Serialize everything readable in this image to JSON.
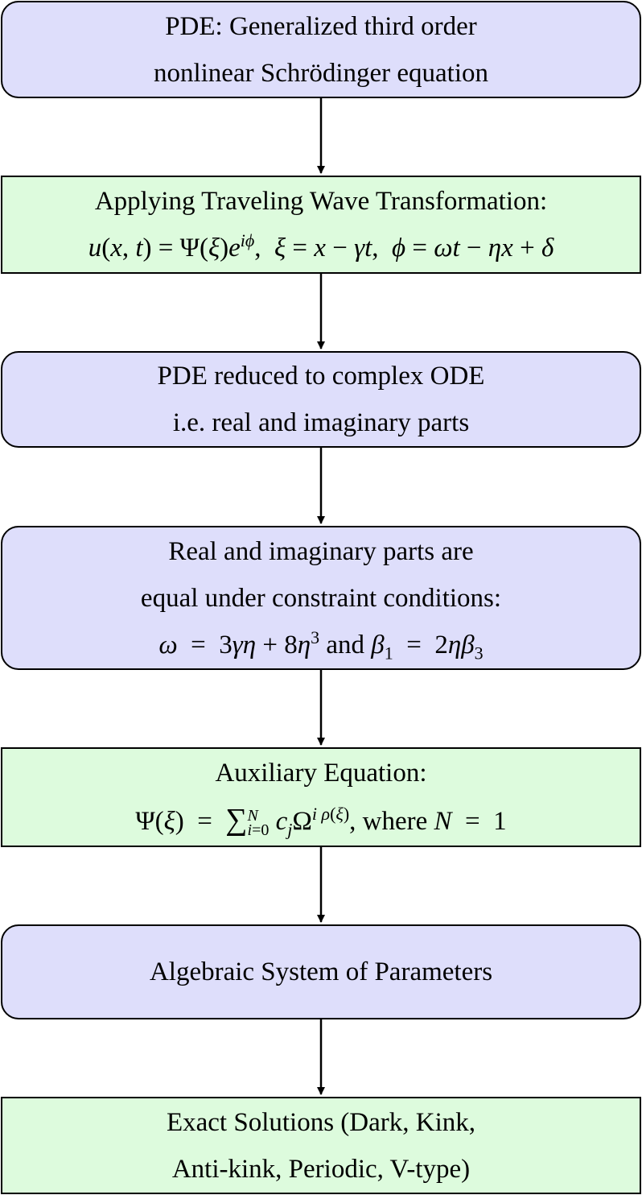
{
  "steps": [
    {
      "lines": [
        "PDE: Generalized third order",
        "nonlinear Schrödinger equation"
      ]
    },
    {
      "lines": [
        "Applying Traveling Wave Transformation:"
      ],
      "math": {
        "u": "u",
        "x": "x",
        "t": "t",
        "psi": "Ψ",
        "xi": "ξ",
        "e": "e",
        "i": "i",
        "phi": "ϕ",
        "gamma": "γ",
        "omega": "ω",
        "eta": "η",
        "delta": "δ"
      }
    },
    {
      "lines": [
        "PDE reduced to complex ODE",
        "i.e.  real and imaginary parts"
      ]
    },
    {
      "lines": [
        "Real and imaginary parts are",
        "equal under constraint conditions:"
      ],
      "cond_and": "and"
    },
    {
      "lines": [
        "Auxiliary Equation:"
      ],
      "where": "where",
      "N_value": "1"
    },
    {
      "lines": [
        "Algebraic System of Parameters"
      ]
    },
    {
      "lines": [
        "Exact Solutions (Dark, Kink,",
        "Anti-kink, Periodic, V-type)"
      ]
    }
  ],
  "colors": {
    "rounded_fill": "#dedefb",
    "rect_fill": "#ddfbdd",
    "stroke": "#000000"
  }
}
